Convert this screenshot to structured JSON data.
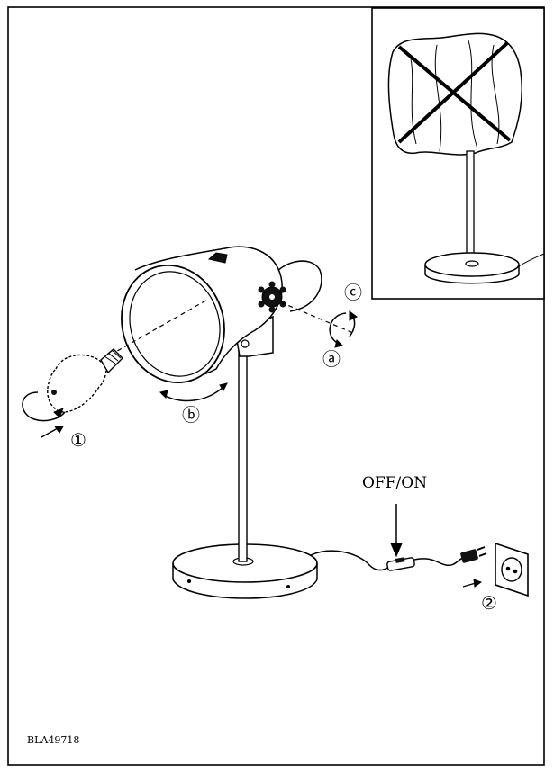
{
  "labels": {
    "off_on": "OFF/ON",
    "step_1": "①",
    "step_2": "②",
    "adjust_a": "ⓐ",
    "adjust_b": "ⓑ",
    "adjust_c": "ⓒ",
    "doc_code": "BLA49718"
  },
  "icons": {
    "prohibition": "cross-mark-icon",
    "rotate": "rotation-arrow-icon",
    "plug": "plug-icon",
    "socket": "wall-socket-icon"
  },
  "colors": {
    "ink": "#000000",
    "paper": "#ffffff"
  }
}
